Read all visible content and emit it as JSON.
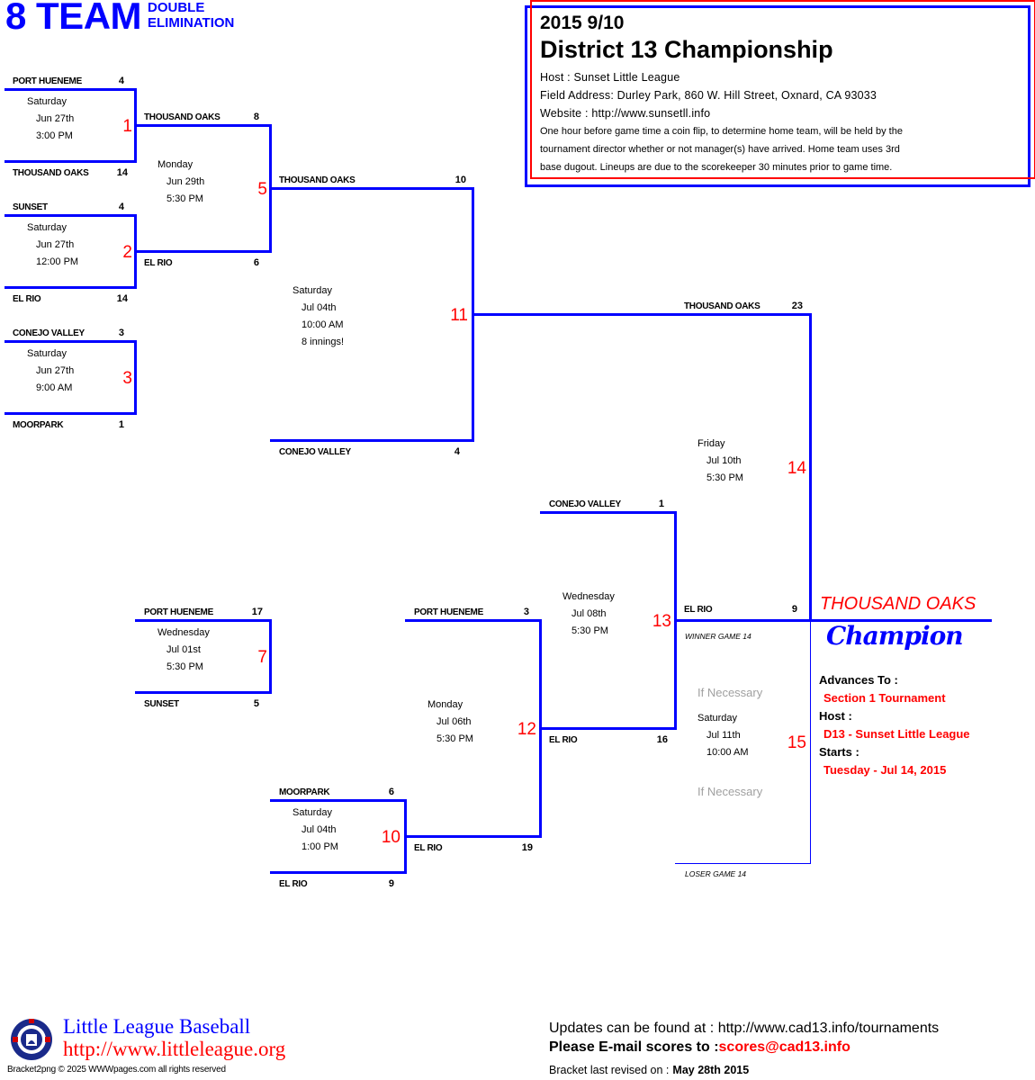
{
  "header": {
    "team_count": "8 TEAM",
    "format_line1": "DOUBLE",
    "format_line2": "ELIMINATION"
  },
  "info": {
    "year_line": "2015 9/10",
    "title": "District 13 Championship",
    "host": "Host : Sunset Little League",
    "field": "Field Address: Durley Park, 860 W. Hill Street, Oxnard, CA 93033",
    "website": "Website : http://www.sunsetll.info",
    "note_lines": [
      "One hour before game time a coin flip, to determine home team, will be held by the",
      "tournament director whether or not manager(s) have arrived. Home team uses 3rd",
      "base dugout. Lineups are due to the scorekeeper 30 minutes prior to game time."
    ]
  },
  "games": {
    "g1": {
      "num": "1",
      "top": {
        "team": "PORT HUENEME",
        "score": "4"
      },
      "bottom": {
        "team": "THOUSAND OAKS",
        "score": "14"
      },
      "day": "Saturday",
      "date": "Jun 27th",
      "time": "3:00 PM"
    },
    "g2": {
      "num": "2",
      "top": {
        "team": "SUNSET",
        "score": "4"
      },
      "bottom": {
        "team": "EL RIO",
        "score": "14"
      },
      "day": "Saturday",
      "date": "Jun 27th",
      "time": "12:00 PM"
    },
    "g3": {
      "num": "3",
      "top": {
        "team": "CONEJO VALLEY",
        "score": "3"
      },
      "bottom": {
        "team": "MOORPARK",
        "score": "1"
      },
      "day": "Saturday",
      "date": "Jun 27th",
      "time": "9:00 AM"
    },
    "g5": {
      "num": "5",
      "top": {
        "team": "THOUSAND OAKS",
        "score": "8"
      },
      "bottom": {
        "team": "EL RIO",
        "score": "6"
      },
      "day": "Monday",
      "date": "Jun 29th",
      "time": "5:30 PM"
    },
    "g11": {
      "num": "11",
      "top": {
        "team": "THOUSAND OAKS",
        "score": "10"
      },
      "bottom": {
        "team": "CONEJO VALLEY",
        "score": "4"
      },
      "day": "Saturday",
      "date": "Jul 04th",
      "time": "10:00 AM",
      "note": "8 innings!"
    },
    "g14": {
      "num": "14",
      "top": {
        "team": "THOUSAND OAKS",
        "score": "23"
      },
      "bottom": {
        "team": "EL RIO",
        "score": "9"
      },
      "day": "Friday",
      "date": "Jul 10th",
      "time": "5:30 PM"
    },
    "g7": {
      "num": "7",
      "top": {
        "team": "PORT HUENEME",
        "score": "17"
      },
      "bottom": {
        "team": "SUNSET",
        "score": "5"
      },
      "day": "Wednesday",
      "date": "Jul 01st",
      "time": "5:30 PM"
    },
    "g10": {
      "num": "10",
      "top": {
        "team": "MOORPARK",
        "score": "6"
      },
      "bottom": {
        "team": "EL RIO",
        "score": "9"
      },
      "day": "Saturday",
      "date": "Jul 04th",
      "time": "1:00 PM"
    },
    "g12": {
      "num": "12",
      "top": {
        "team": "PORT HUENEME",
        "score": "3"
      },
      "bottom": {
        "team": "EL RIO",
        "score": "19"
      },
      "day": "Monday",
      "date": "Jul 06th",
      "time": "5:30 PM"
    },
    "g13": {
      "num": "13",
      "top": {
        "team": "CONEJO VALLEY",
        "score": "1"
      },
      "bottom": {
        "team": "EL RIO",
        "score": "16"
      },
      "day": "Wednesday",
      "date": "Jul 08th",
      "time": "5:30 PM"
    },
    "g15": {
      "num": "15",
      "day": "Saturday",
      "date": "Jul 11th",
      "time": "10:00 AM",
      "if_necessary": "If Necessary",
      "winner_label": "WINNER GAME 14",
      "loser_label": "LOSER GAME 14"
    }
  },
  "champion": {
    "team": "THOUSAND OAKS",
    "label": "Champion",
    "advances_label": "Advances To :",
    "advances_value": "Section 1 Tournament",
    "host_label": "Host :",
    "host_value": "D13  - Sunset Little League",
    "starts_label": "Starts :",
    "starts_value": "Tuesday - Jul 14, 2015"
  },
  "footer": {
    "ll_title": "Little League Baseball",
    "ll_url": "http://www.littleleague.org",
    "copyright": "Bracket2png © 2025 WWWpages.com all rights reserved",
    "updates": "Updates can be found at : http://www.cad13.info/tournaments",
    "email_label": "Please E-mail scores to :",
    "email_addr": "scores@cad13.info",
    "revised_label": "Bracket last revised on :",
    "revised_date": "May 28th 2015"
  },
  "colors": {
    "bracket_line": "#0000ff",
    "game_number": "#ff0000",
    "accent_red": "#ff0000"
  }
}
